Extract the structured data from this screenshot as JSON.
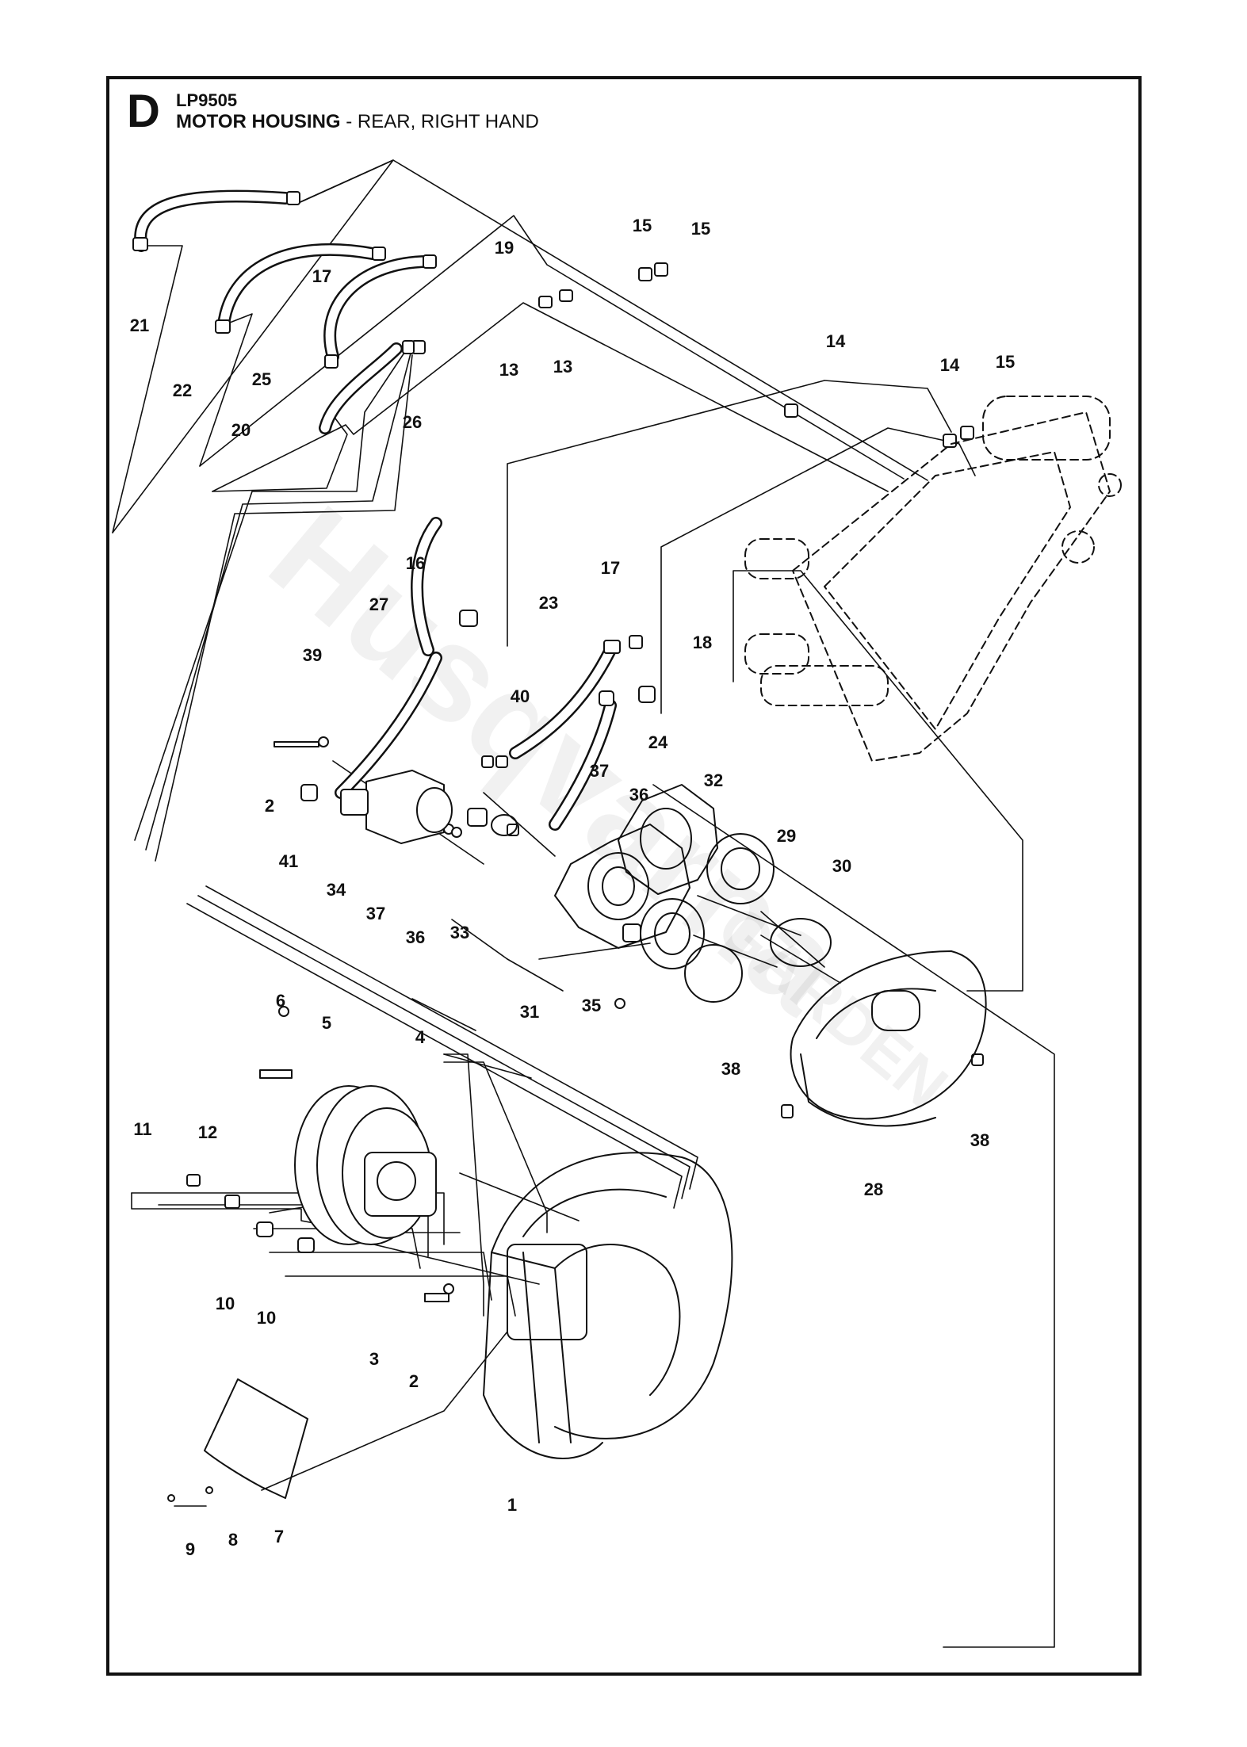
{
  "header": {
    "sheet_letter": "D",
    "model": "LP9505",
    "title_bold": "MOTOR HOUSING",
    "title_rest": " - REAR, RIGHT HAND"
  },
  "watermark": {
    "brand": "Husqvarna",
    "sub": "GARDEN"
  },
  "colors": {
    "line": "#111111",
    "paper": "#ffffff"
  },
  "callouts": [
    {
      "id": "c21",
      "text": "21"
    },
    {
      "id": "c22",
      "text": "22"
    },
    {
      "id": "c17a",
      "text": "17"
    },
    {
      "id": "c19",
      "text": "19"
    },
    {
      "id": "c25",
      "text": "25"
    },
    {
      "id": "c20",
      "text": "20"
    },
    {
      "id": "c26",
      "text": "26"
    },
    {
      "id": "c13a",
      "text": "13"
    },
    {
      "id": "c13b",
      "text": "13"
    },
    {
      "id": "c15a",
      "text": "15"
    },
    {
      "id": "c15b",
      "text": "15"
    },
    {
      "id": "c14a",
      "text": "14"
    },
    {
      "id": "c14b",
      "text": "14"
    },
    {
      "id": "c15c",
      "text": "15"
    },
    {
      "id": "c16",
      "text": "16"
    },
    {
      "id": "c27",
      "text": "27"
    },
    {
      "id": "c23",
      "text": "23"
    },
    {
      "id": "c17b",
      "text": "17"
    },
    {
      "id": "c18",
      "text": "18"
    },
    {
      "id": "c39",
      "text": "39"
    },
    {
      "id": "c40",
      "text": "40"
    },
    {
      "id": "c24",
      "text": "24"
    },
    {
      "id": "c2a",
      "text": "2"
    },
    {
      "id": "c37a",
      "text": "37"
    },
    {
      "id": "c36a",
      "text": "36"
    },
    {
      "id": "c32",
      "text": "32"
    },
    {
      "id": "c29",
      "text": "29"
    },
    {
      "id": "c30",
      "text": "30"
    },
    {
      "id": "c41",
      "text": "41"
    },
    {
      "id": "c34",
      "text": "34"
    },
    {
      "id": "c37b",
      "text": "37"
    },
    {
      "id": "c36b",
      "text": "36"
    },
    {
      "id": "c33",
      "text": "33"
    },
    {
      "id": "c31",
      "text": "31"
    },
    {
      "id": "c35",
      "text": "35"
    },
    {
      "id": "c6",
      "text": "6"
    },
    {
      "id": "c5",
      "text": "5"
    },
    {
      "id": "c4",
      "text": "4"
    },
    {
      "id": "c38a",
      "text": "38"
    },
    {
      "id": "c38b",
      "text": "38"
    },
    {
      "id": "c28",
      "text": "28"
    },
    {
      "id": "c11",
      "text": "11"
    },
    {
      "id": "c12",
      "text": "12"
    },
    {
      "id": "c10a",
      "text": "10"
    },
    {
      "id": "c10b",
      "text": "10"
    },
    {
      "id": "c3",
      "text": "3"
    },
    {
      "id": "c2b",
      "text": "2"
    },
    {
      "id": "c1",
      "text": "1"
    },
    {
      "id": "c9",
      "text": "9"
    },
    {
      "id": "c8",
      "text": "8"
    },
    {
      "id": "c7",
      "text": "7"
    }
  ]
}
